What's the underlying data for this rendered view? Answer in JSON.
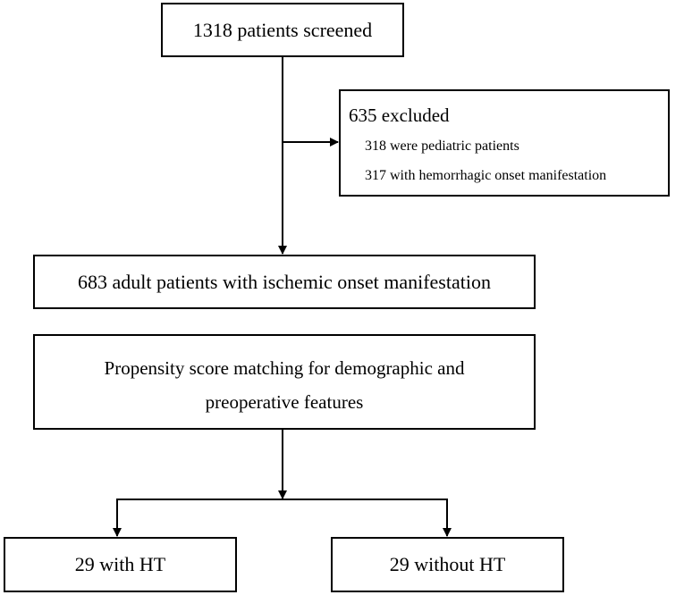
{
  "flowchart": {
    "screened": "1318 patients screened",
    "excluded": {
      "title": "635 excluded",
      "items": [
        "318 were pediatric patients",
        "317 with hemorrhagic onset manifestation"
      ]
    },
    "adult": "683 adult patients with ischemic onset manifestation",
    "matching": [
      "Propensity score matching for demographic and",
      "preoperative features"
    ],
    "outcomes": [
      "29 with HT",
      "29 without HT"
    ]
  }
}
